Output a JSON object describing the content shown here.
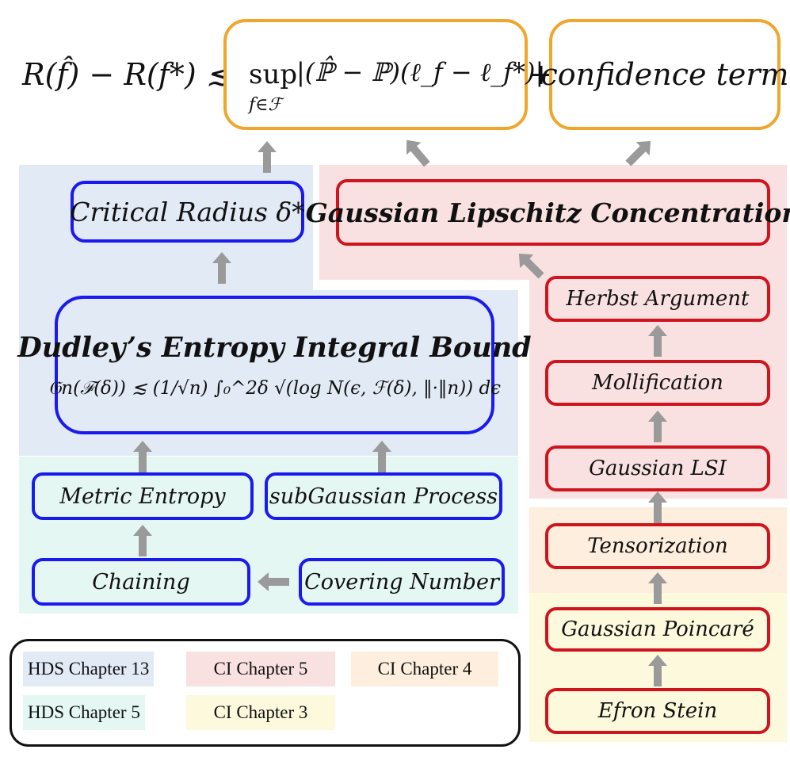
{
  "colors": {
    "hds13": "#e2eaf6",
    "ci5": "#f9e1e1",
    "ci4": "#fdeedd",
    "hds5": "#e5f7f2",
    "ci3": "#fdf9dd",
    "blue_border": "#1a1aee",
    "red_border": "#d0141e",
    "orange_border": "#f0a62c",
    "arrow": "#9a9a9a"
  },
  "top_formula": {
    "lhs": "R(f̂) − R(f*) ≲",
    "sup": "sup",
    "sup_sub": "f∈ℱ",
    "term": "|(ℙ̂ − ℙ)(ℓ_f − ℓ_f*)|",
    "plus": "+",
    "confidence": "confidence term"
  },
  "nodes": {
    "critical_radius": "Critical Radius δ*",
    "gaussian_lipschitz": "Gaussian Lipschitz Concentration",
    "dudley_title": "Dudley’s Entropy Integral Bound",
    "dudley_formula": "𝔊n(ℱ(δ)) ≲ (1/√n) ∫₀^2δ √(log N(ϵ, ℱ(δ), ‖·‖n)) dϵ",
    "metric_entropy": "Metric Entropy",
    "subgaussian_process": "subGaussian Process",
    "chaining": "Chaining",
    "covering_number": "Covering Number",
    "herbst": "Herbst Argument",
    "mollification": "Mollification",
    "gaussian_lsi": "Gaussian LSI",
    "tensorization": "Tensorization",
    "gaussian_poincare": "Gaussian Poincaré",
    "efron_stein": "Efron Stein"
  },
  "legend": [
    {
      "label": "HDS Chapter 13",
      "color": "#e2eaf6"
    },
    {
      "label": "CI Chapter 5",
      "color": "#f9e1e1"
    },
    {
      "label": "CI Chapter 4",
      "color": "#fdeedd"
    },
    {
      "label": "HDS Chapter 5",
      "color": "#e5f7f2"
    },
    {
      "label": "CI Chapter 3",
      "color": "#fdf9dd"
    }
  ]
}
